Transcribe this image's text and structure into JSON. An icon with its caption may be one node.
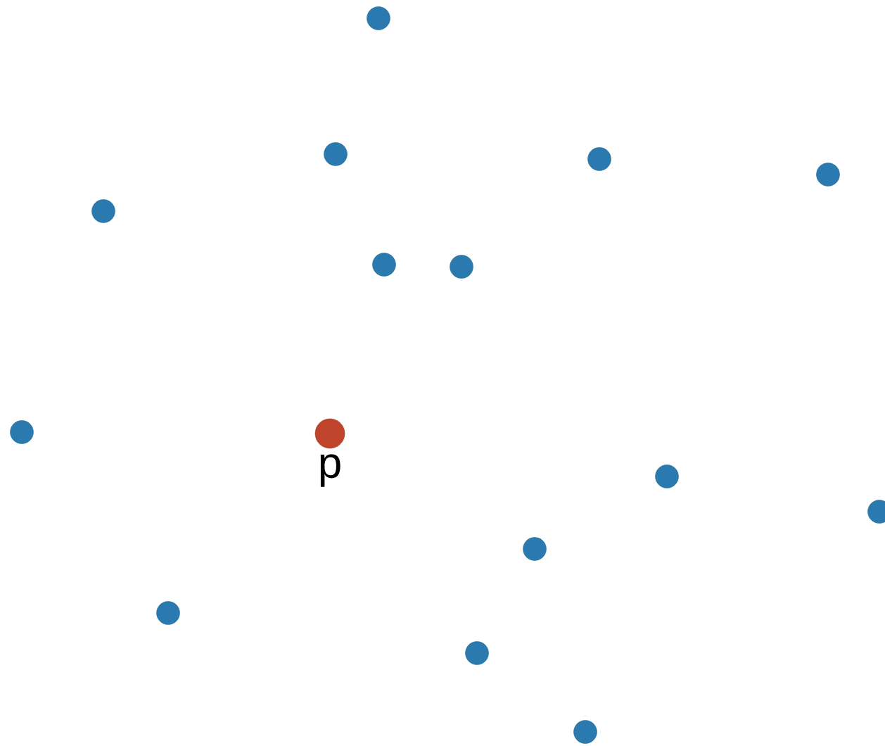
{
  "diagram": {
    "nodes": [
      {
        "text": [],
        "shape": "circle"
      },
      {
        "text": [],
        "shape": "circle"
      },
      {
        "text": [],
        "shape": "circle"
      },
      {
        "text": [],
        "shape": "circle"
      },
      {
        "text": [],
        "shape": "circle"
      },
      {
        "text": [],
        "shape": "circle"
      },
      {
        "text": [],
        "shape": "circle"
      },
      {
        "text": [],
        "shape": "circle"
      },
      {
        "text": [],
        "shape": "circle",
        "beside": [
          "p"
        ]
      },
      {
        "text": [],
        "shape": "circle"
      },
      {
        "text": [],
        "shape": "circle"
      },
      {
        "text": [],
        "shape": "circle"
      },
      {
        "text": [],
        "shape": "circle"
      },
      {
        "text": [],
        "shape": "circle"
      },
      {
        "text": [],
        "shape": "circle"
      }
    ]
  }
}
